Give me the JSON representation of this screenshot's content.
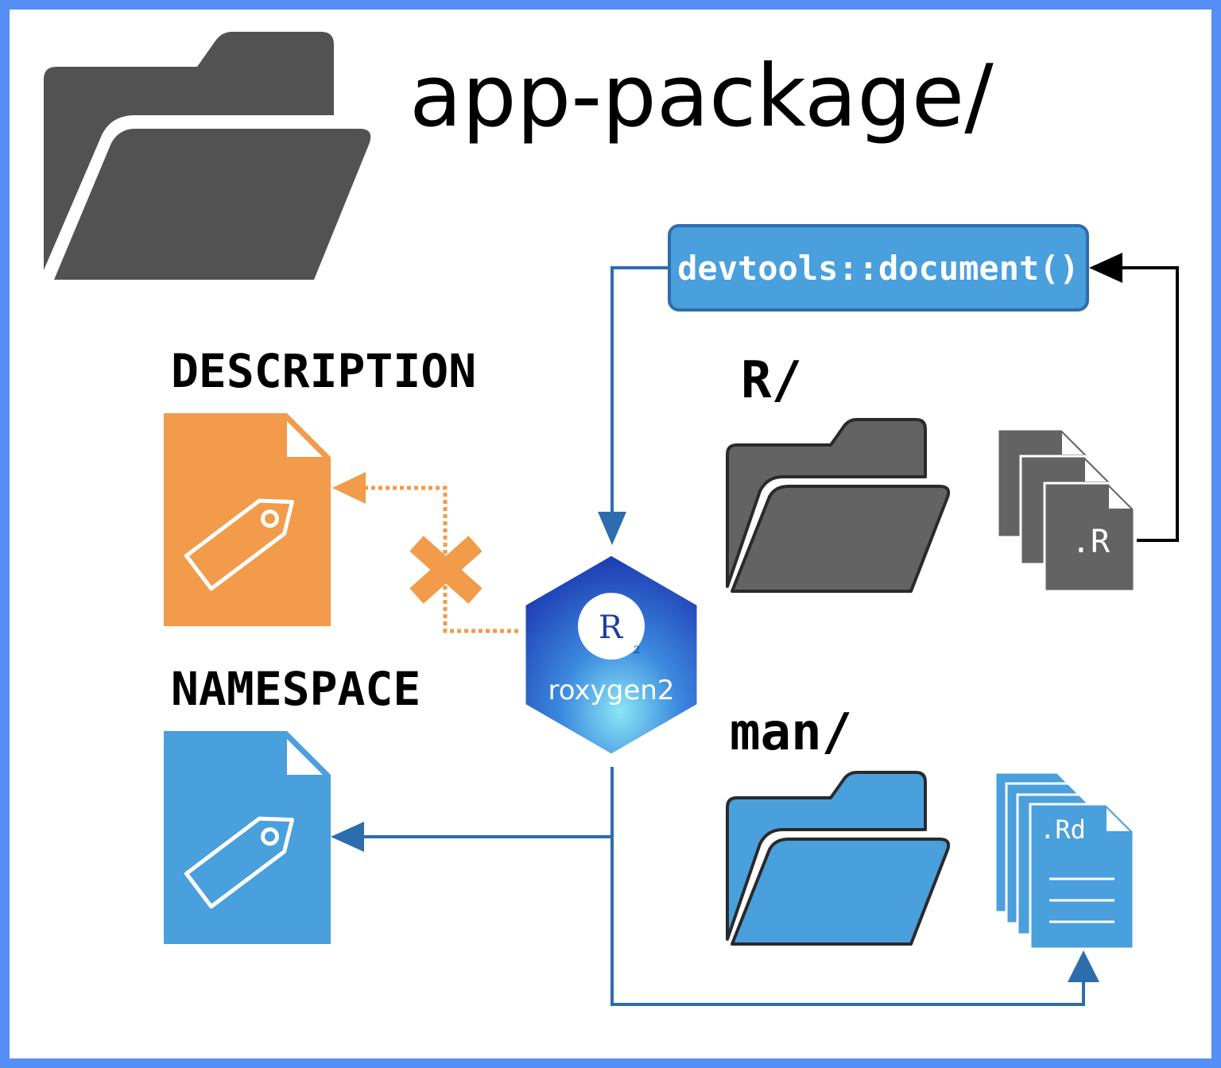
{
  "title": "app-package/",
  "labels": {
    "description": "DESCRIPTION",
    "namespace": "NAMESPACE",
    "r_folder": "R/",
    "man_folder": "man/",
    "command": "devtools::document()",
    "r_ext": ".R",
    "rd_ext": ".Rd",
    "roxygen": "roxygen2",
    "roxygen_logo_letter": "R",
    "roxygen_logo_sub": "2",
    "blocked_mark": "X"
  },
  "colors": {
    "frame": "#558ef5",
    "dark_gray": "#525252",
    "mid_gray": "#636363",
    "orange": "#f29b4a",
    "blue": "#4a9fdd",
    "arrow_blue": "#2e6dad",
    "black": "#000000"
  },
  "icons": [
    "folder-open-icon",
    "document-tag-icon",
    "document-stack-icon",
    "hexagon-logo-icon"
  ]
}
